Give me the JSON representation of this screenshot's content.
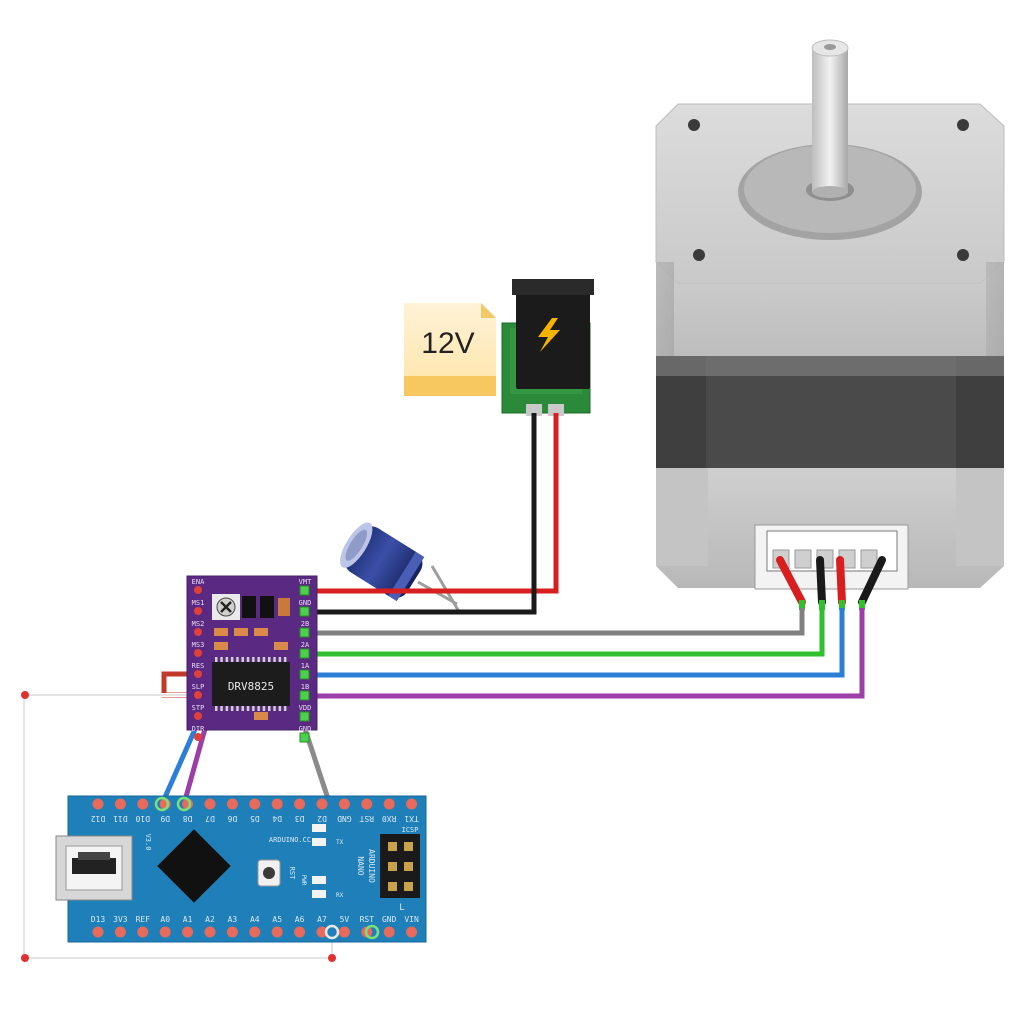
{
  "power_label": "12V",
  "driver_chip_text": "DRV8825",
  "driver_pins_left": [
    "ENA",
    "MS1",
    "MS2",
    "MS3",
    "RES",
    "SLP",
    "STP",
    "DIR"
  ],
  "driver_pins_right": [
    "VMT",
    "GND",
    "2B",
    "2A",
    "1A",
    "1B",
    "VDD",
    "GND"
  ],
  "nano": {
    "top_pins": [
      "D12",
      "D11",
      "D10",
      "D9",
      "D8",
      "D7",
      "D6",
      "D5",
      "D4",
      "D3",
      "D2",
      "GND",
      "RST",
      "RX0",
      "TX1"
    ],
    "bottom_pins": [
      "D13",
      "3V3",
      "REF",
      "A0",
      "A1",
      "A2",
      "A3",
      "A4",
      "A5",
      "A6",
      "A7",
      "5V",
      "RST",
      "GND",
      "VIN"
    ],
    "brand": "ARDUINO.CC",
    "model_line1": "ARDUINO",
    "model_line2": "NANO",
    "rst_label": "RST",
    "pwr_label": "PWR",
    "rev_label": "V3.0",
    "icsp_label": "ICSP",
    "l_label": "L",
    "tx_label": "TX",
    "rx_label": "RX"
  },
  "colors": {
    "red_wire": "#d81e1e",
    "black_wire": "#1a1a1a",
    "gray_wire": "#808080",
    "green_wire": "#2fbf2f",
    "blue_wire": "#2b7fd6",
    "purple_wire": "#9b3ea8",
    "nano_board": "#1f7fb8",
    "driver_board": "#5a2a82",
    "jack_board": "#2a8a3a"
  }
}
